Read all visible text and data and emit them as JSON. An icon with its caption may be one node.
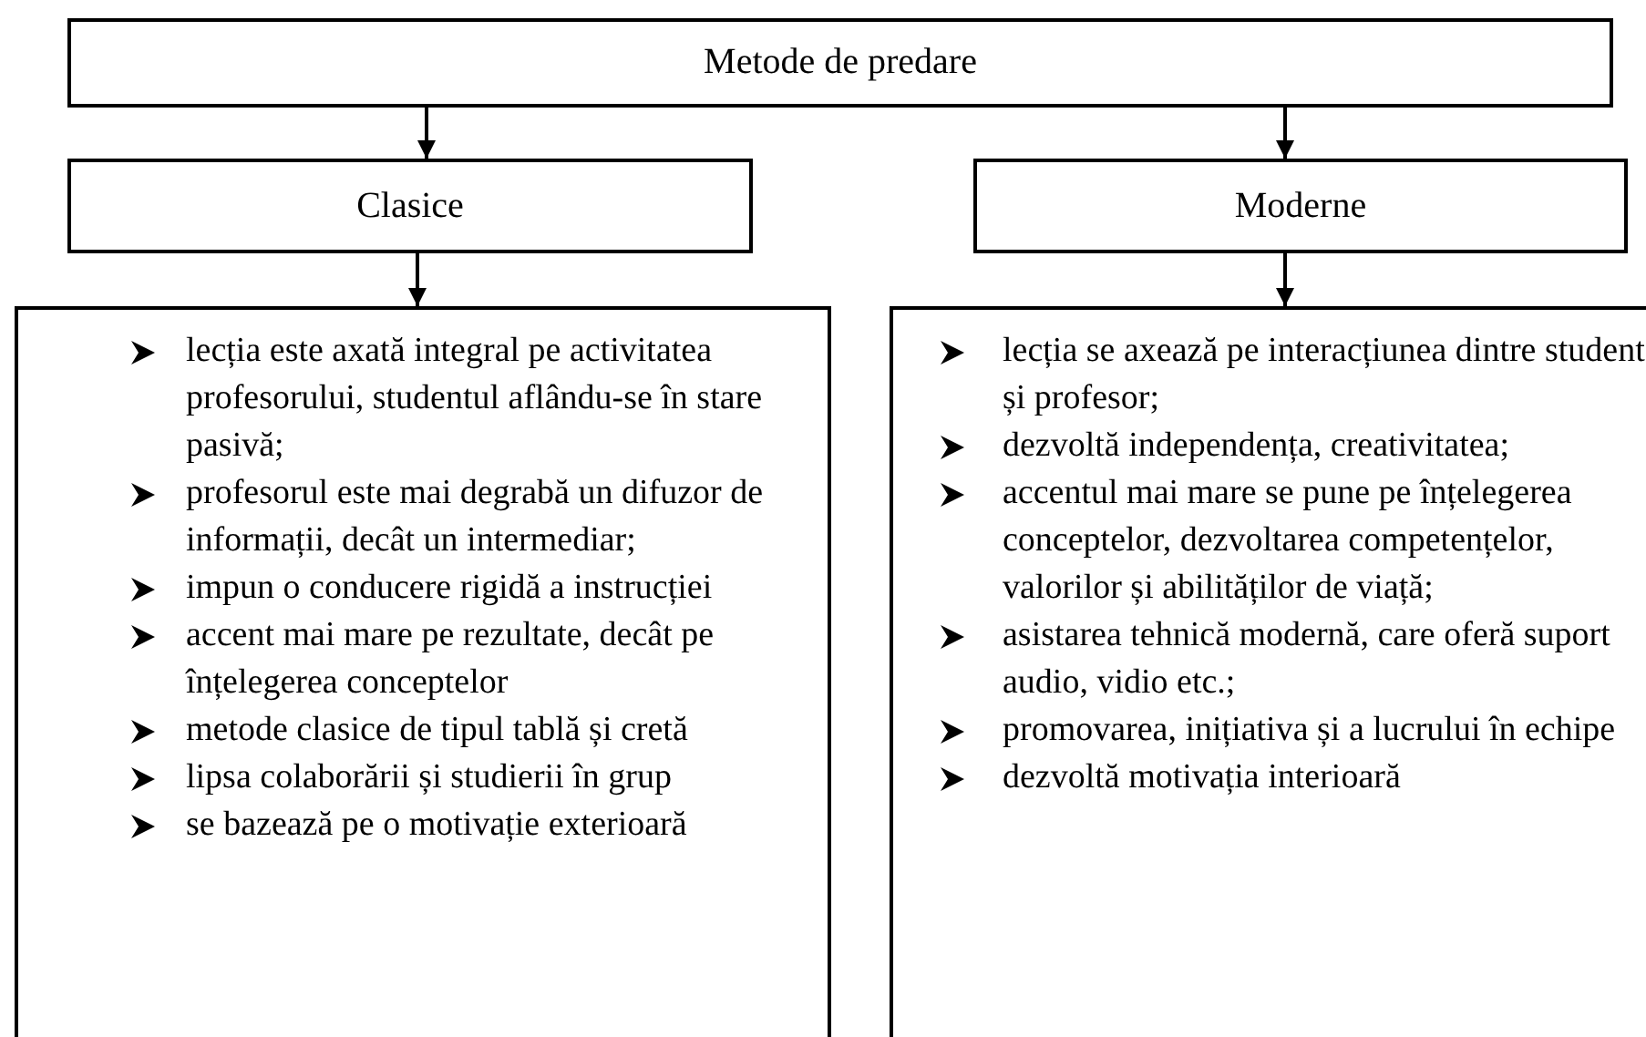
{
  "diagram": {
    "nodes": [
      {
        "text": [
          "Metode de predare"
        ]
      },
      {
        "text": [
          "Clasice"
        ]
      },
      {
        "text": [
          "Moderne"
        ]
      },
      {
        "text": [
          "lecția este axată integral pe activitatea profesorului, studentul aflându-se în stare pasivă;",
          "profesorul este mai degrabă un difuzor de informații, decât un intermediar;",
          "impun o conducere rigidă a instrucției",
          "accent mai mare pe rezultate, decât pe înțelegerea conceptelor",
          "metode clasice de tipul tablă și cretă",
          "lipsa colaborării și studierii în grup",
          "se bazează pe o motivație exterioară"
        ]
      },
      {
        "text": [
          "lecția se axează pe interacțiunea dintre student și profesor;",
          "dezvoltă independența, creativitatea;",
          "accentul mai mare se pune pe înțelegerea conceptelor, dezvoltarea competențelor, valorilor și abilităților de viață;",
          "asistarea tehnică modernă, care oferă suport audio, vidio etc.;",
          "promovarea, inițiativa și a lucrului în echipe",
          "dezvoltă motivația interioară"
        ]
      }
    ],
    "edges": [
      {
        "from": 0,
        "to": 1,
        "arrow": "to"
      },
      {
        "from": 0,
        "to": 2,
        "arrow": "to"
      },
      {
        "from": 1,
        "to": 3,
        "arrow": "to"
      },
      {
        "from": 2,
        "to": 4,
        "arrow": "to"
      }
    ]
  }
}
